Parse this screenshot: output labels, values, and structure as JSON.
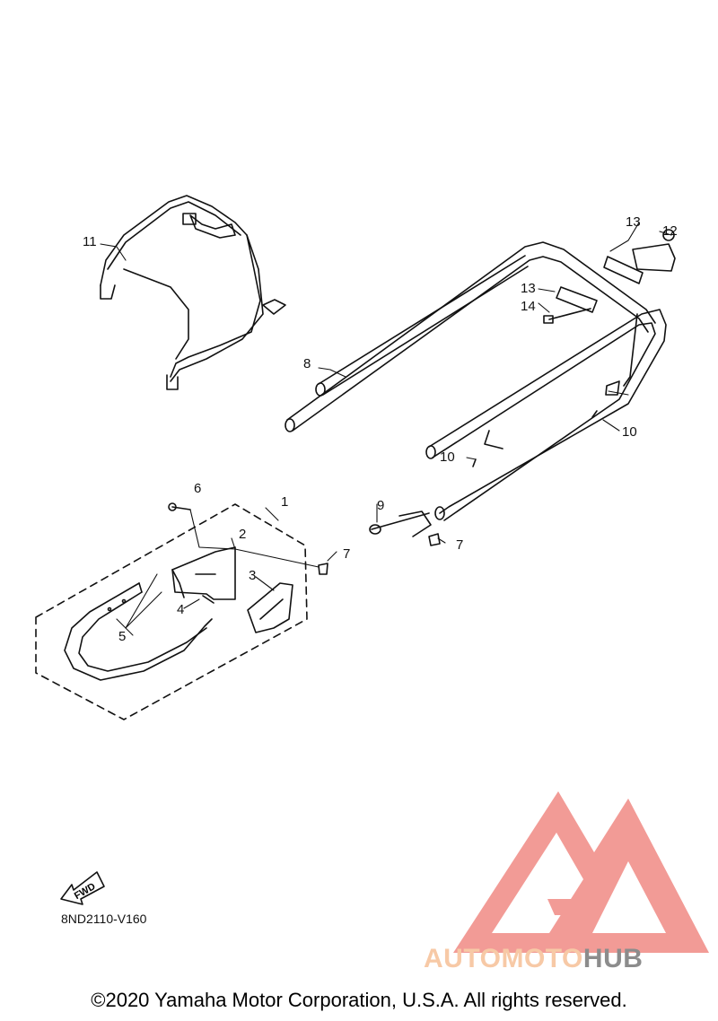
{
  "diagram": {
    "callouts": [
      "1",
      "2",
      "3",
      "4",
      "5",
      "6",
      "7",
      "7",
      "8",
      "9",
      "10",
      "10",
      "11",
      "12",
      "13",
      "13",
      "14"
    ],
    "fwd_label": "FWD",
    "drawing_code": "8ND2110-V160"
  },
  "watermark": {
    "brand_part1": "AUTOMOTO",
    "brand_part2": "HUB",
    "colors": {
      "logo": "#f08a84",
      "brand_part1": "#f7c9a6",
      "brand_part2": "#8c8c8c"
    }
  },
  "footer": {
    "copyright": "©2020 Yamaha Motor Corporation, U.S.A. All rights reserved."
  }
}
